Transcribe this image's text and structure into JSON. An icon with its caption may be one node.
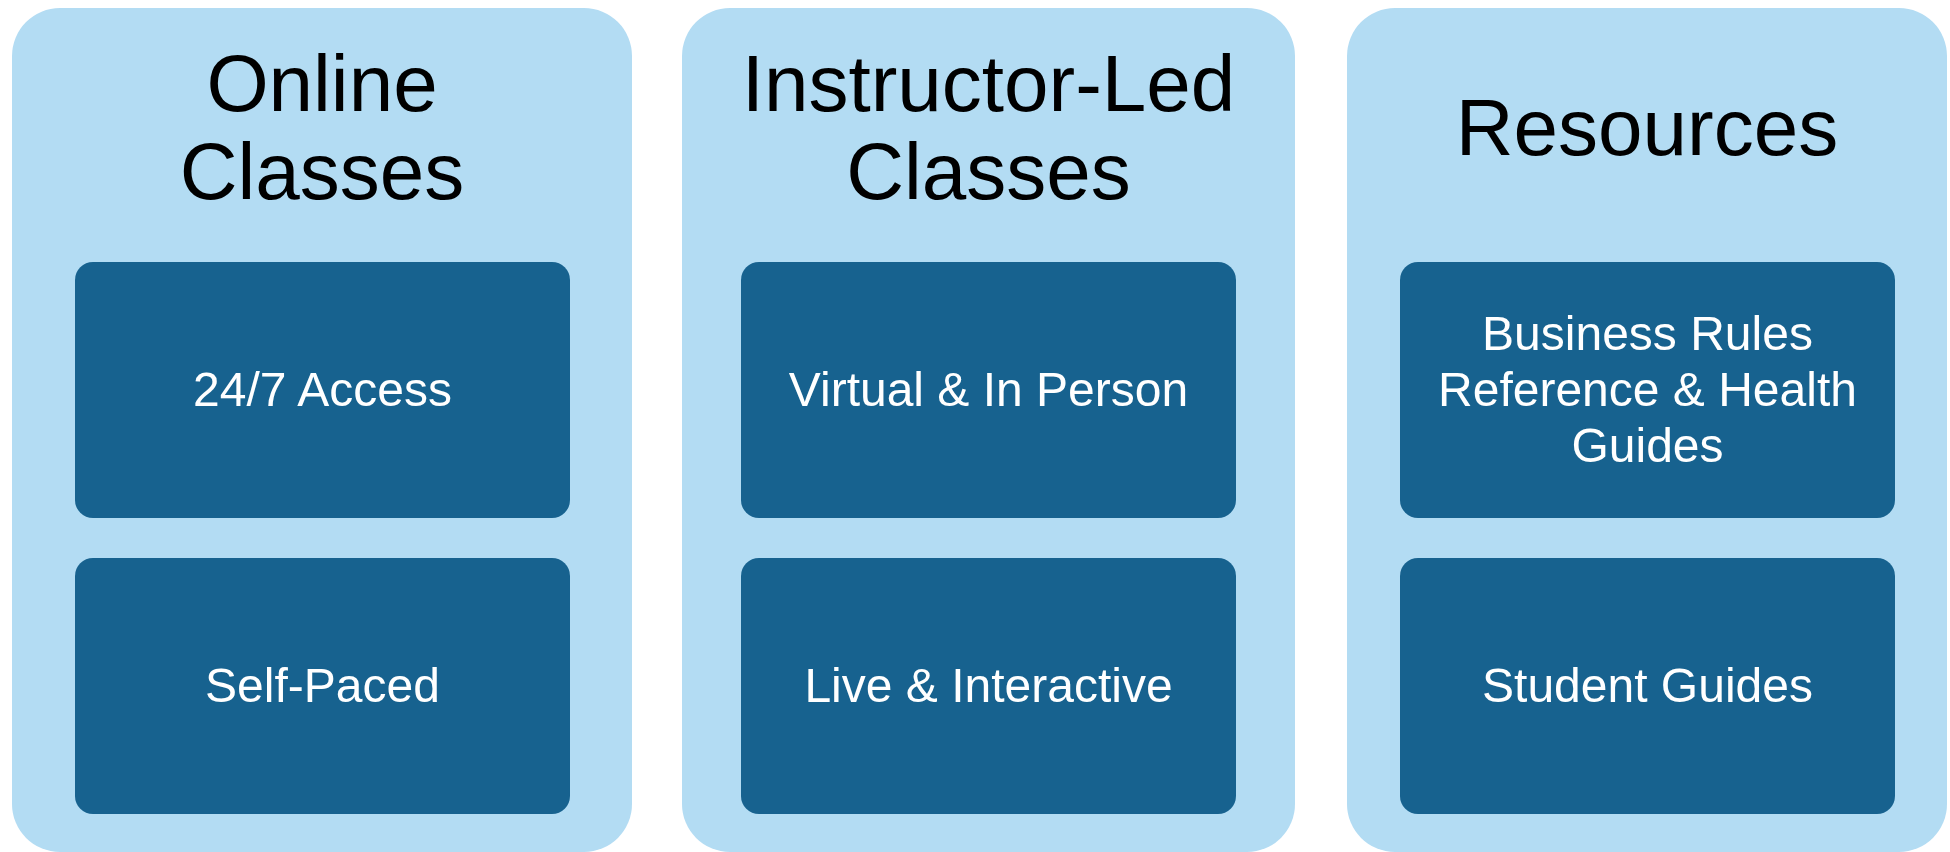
{
  "diagram": {
    "nodes": [
      {
        "text": [
          "Online Classes"
        ]
      },
      {
        "text": [
          "24/7 Access"
        ],
        "in": 0
      },
      {
        "text": [
          "Self-Paced"
        ],
        "in": 0
      },
      {
        "text": [
          "Instructor-Led Classes"
        ]
      },
      {
        "text": [
          "Virtual & In Person"
        ],
        "in": 3
      },
      {
        "text": [
          "Live & Interactive"
        ],
        "in": 3
      },
      {
        "text": [
          "Resources"
        ]
      },
      {
        "text": [
          "Business Rules Reference & Health Guides"
        ],
        "in": 6
      },
      {
        "text": [
          "Student Guides"
        ],
        "in": 6
      }
    ],
    "edges": []
  }
}
